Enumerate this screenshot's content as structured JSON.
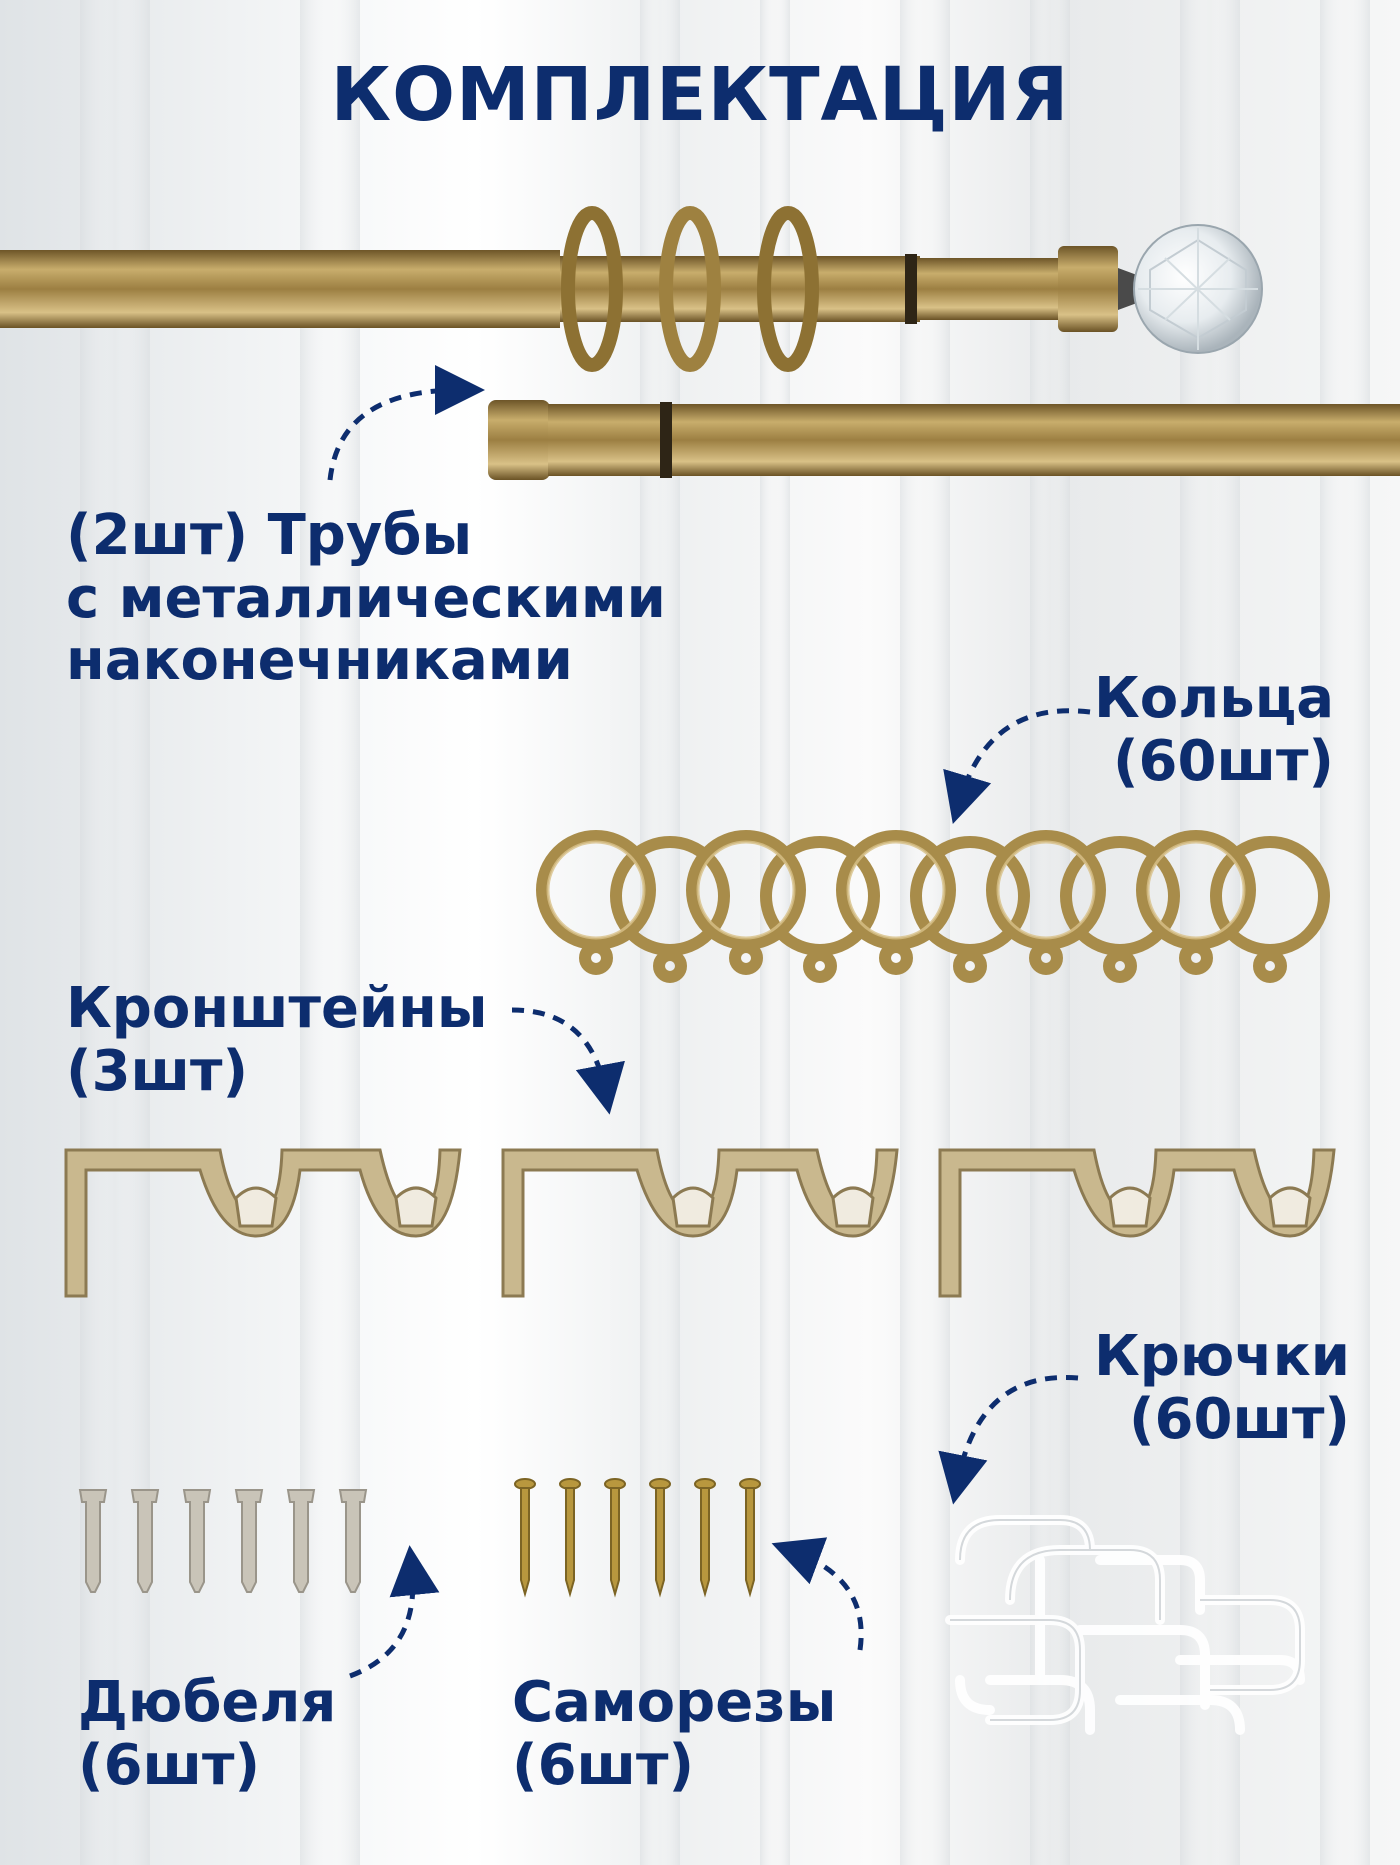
{
  "title": "КОМПЛЕКТАЦИЯ",
  "items": {
    "pipes": "(2шт) Трубы\nс металлическими\nнаконечниками",
    "rings": "Кольца\n(60шт)",
    "brackets": "Кронштейны\n(3шт)",
    "hooks": "Крючки\n(60шт)",
    "dowels": "Дюбеля\n(6шт)",
    "screws": "Саморезы\n(6шт)"
  },
  "colors": {
    "text": "#0d2d6e",
    "brass": "#a88c4a",
    "hooks": "#ffffff"
  },
  "icons": [
    "curtain-rod-icon",
    "ring-icon",
    "bracket-icon",
    "hook-icon",
    "dowel-icon",
    "screw-icon",
    "arrow-icon"
  ]
}
